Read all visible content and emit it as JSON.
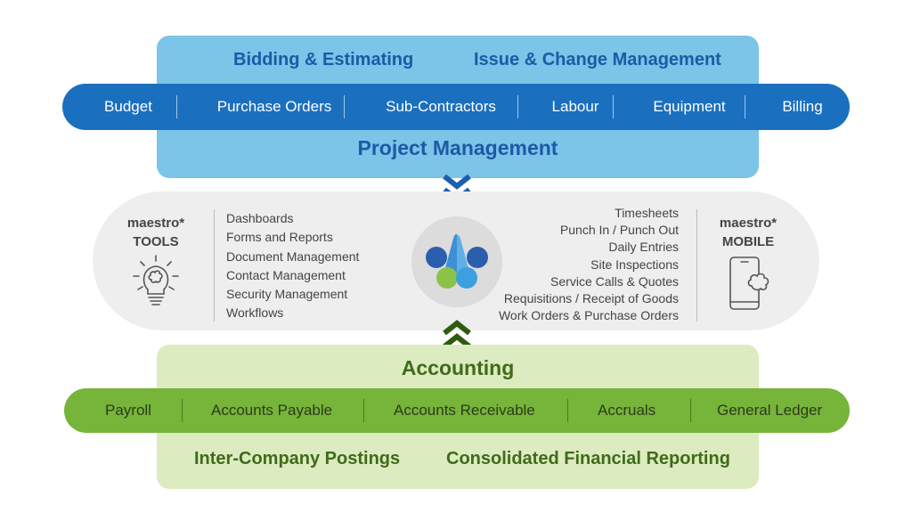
{
  "project_management": {
    "top_labels": [
      "Bidding & Estimating",
      "Issue & Change Management"
    ],
    "bar_items": [
      "Budget",
      "Purchase Orders",
      "Sub-Contractors",
      "Labour",
      "Equipment",
      "Billing"
    ],
    "title": "Project Management"
  },
  "tools": {
    "brand": "maestro*",
    "name": "TOOLS",
    "icon": "lightbulb-icon",
    "items": [
      "Dashboards",
      "Forms and Reports",
      "Document Management",
      "Contact Management",
      "Security Management",
      "Workflows"
    ]
  },
  "mobile": {
    "brand": "maestro*",
    "name": "MOBILE",
    "icon": "smartphone-icon",
    "items": [
      "Timesheets",
      "Punch In / Punch Out",
      "Daily Entries",
      "Site Inspections",
      "Service Calls & Quotes",
      "Requisitions / Receipt of Goods",
      "Work Orders & Purchase Orders"
    ]
  },
  "accounting": {
    "title": "Accounting",
    "bar_items": [
      "Payroll",
      "Accounts Payable",
      "Accounts Receivable",
      "Accruals",
      "General Ledger"
    ],
    "bottom_labels": [
      "Inter-Company Postings",
      "Consolidated Financial Reporting"
    ]
  },
  "colors": {
    "pm_box": "#7cc4e8",
    "pm_bar": "#1b6fbf",
    "pm_text": "#1c5aa6",
    "acc_box": "#dcebc0",
    "acc_bar": "#76b43a",
    "acc_text": "#3f6b1a",
    "mid_pill": "#eeeeee"
  }
}
